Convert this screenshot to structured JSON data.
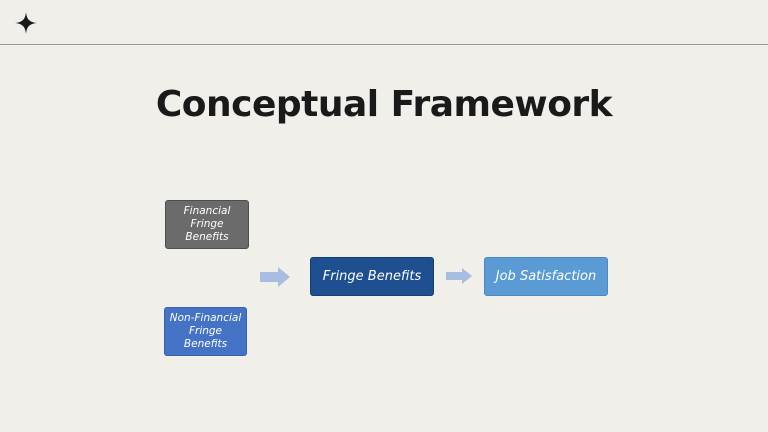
{
  "slide": {
    "title": "Conceptual Framework",
    "logo_icon": "four-point-star-icon"
  },
  "diagram": {
    "inputs": [
      {
        "label": "Financial\nFringe\nBenefits",
        "color": "#6b6b6b"
      },
      {
        "label": "Non-Financial\nFringe\nBenefits",
        "color": "#4472c4"
      }
    ],
    "central": {
      "label": "Fringe Benefits",
      "color": "#1d4f91"
    },
    "outcome": {
      "label": "Job Satisfaction",
      "color": "#5b9bd5"
    },
    "arrow_color": "#a9bde3",
    "arrow_icon": "right-arrow-icon"
  }
}
